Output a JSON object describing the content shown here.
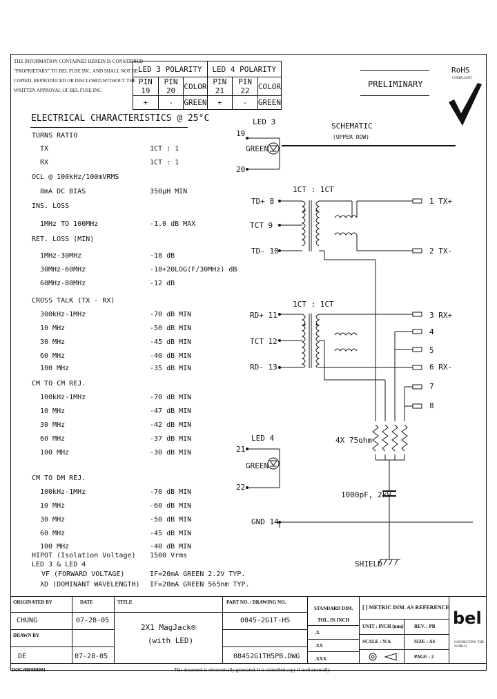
{
  "notice": {
    "lines": [
      "THE INFORMATION CONTAINED HEREIN IS CONSIDERED",
      "\"PROPRIETARY\" TO BEL FUSE INC. AND SHALL NOT BE",
      "COPIED, REPRODUCED OR DISCLOSED WITHOUT THE",
      "WRITTEN APPROVAL OF BEL FUSE INC."
    ]
  },
  "polarity": {
    "led3_title": "LED 3 POLARITY",
    "led4_title": "LED 4 POLARITY",
    "headers": [
      "PIN 19",
      "PIN 20",
      "COLOR",
      "PIN 21",
      "PIN 22",
      "COLOR"
    ],
    "values": [
      "+",
      "-",
      "GREEN",
      "+",
      "-",
      "GREEN"
    ]
  },
  "status": "PRELIMINARY",
  "rohs": {
    "label": "RoHS",
    "sub": "COMPLIANT"
  },
  "specs": {
    "title": "ELECTRICAL CHARACTERISTICS @ 25°C",
    "rows": [
      {
        "label": "TURNS RATIO",
        "value": ""
      },
      {
        "label": "TX",
        "value": "1CT : 1"
      },
      {
        "label": "RX",
        "value": "1CT : 1"
      },
      {
        "label": "OCL @ 100kHz/100mVRMS",
        "value": ""
      },
      {
        "label": "8mA DC BIAS",
        "value": "350µH MIN"
      },
      {
        "label": "INS. LOSS",
        "value": ""
      },
      {
        "label": "1MHz TO 100MHz",
        "value": "-1.0 dB MAX"
      },
      {
        "label": "RET. LOSS (MIN)",
        "value": ""
      },
      {
        "label": "1MHz-30MHz",
        "value": "-18 dB"
      },
      {
        "label": "30MHz-60MHz",
        "value": "-18+20LOG(F/30MHz) dB"
      },
      {
        "label": "60MHz-80MHz",
        "value": "-12 dB"
      },
      {
        "label": "CROSS TALK (TX - RX)",
        "value": ""
      },
      {
        "label": "300kHz-1MHz",
        "value": "-70 dB MIN"
      },
      {
        "label": "10 MHz",
        "value": "-50 dB MIN"
      },
      {
        "label": "30 MHz",
        "value": "-45 dB MIN"
      },
      {
        "label": "60 MHz",
        "value": "-40 dB MIN"
      },
      {
        "label": "100 MHz",
        "value": "-35 dB MIN"
      },
      {
        "label": "CM TO CM REJ.",
        "value": ""
      },
      {
        "label": "100kHz-1MHz",
        "value": "-70 dB MIN"
      },
      {
        "label": "10 MHz",
        "value": "-47 dB MIN"
      },
      {
        "label": "30 MHz",
        "value": "-42 dB MIN"
      },
      {
        "label": "60 MHz",
        "value": "-37 dB MIN"
      },
      {
        "label": "100 MHz",
        "value": "-30 dB MIN"
      },
      {
        "label": "CM TO DM REJ.",
        "value": ""
      },
      {
        "label": "100kHz-1MHz",
        "value": "-70 dB MIN"
      },
      {
        "label": "10 MHz",
        "value": "-60 dB MIN"
      },
      {
        "label": "30 MHz",
        "value": "-50 dB MIN"
      },
      {
        "label": "60 MHz",
        "value": "-45 dB MIN"
      },
      {
        "label": "100 MHz",
        "value": "-40 dB MIN"
      },
      {
        "label": "HIPOT (Isolation Voltage)",
        "value": "1500 Vrms"
      },
      {
        "label": "LED 3 & LED 4",
        "value": ""
      },
      {
        "label": "VF (FORWARD VOLTAGE)",
        "value": "IF=20mA GREEN 2.2V TYP."
      },
      {
        "label": "λD (DOMINANT WAVELENGTH)",
        "value": "IF=20mA GREEN 565nm TYP."
      }
    ]
  },
  "schematic": {
    "title": "SCHEMATIC",
    "subtitle": "(UPPER ROW)",
    "led3": "LED 3",
    "led4": "LED 4",
    "green": "GREEN",
    "ratio_tx": "1CT : 1CT",
    "ratio_rx": "1CT : 1CT",
    "resistors": "4X 75ohm",
    "cap": "1000pF, 2kV",
    "gnd": "GND 14",
    "shield": "SHIELD",
    "left_pins": [
      "19",
      "20",
      "TD+ 8",
      "TCT 9",
      "TD- 10",
      "RD+ 11",
      "TCT 12",
      "RD- 13",
      "21",
      "22"
    ],
    "right_pins": [
      "1  TX+",
      "2  TX-",
      "3  RX+",
      "4",
      "5",
      "6  RX-",
      "7",
      "8"
    ]
  },
  "title_block": {
    "originated_by_label": "ORIGINATED BY",
    "date_label": "DATE",
    "title_label": "TITLE",
    "part_label": "PART NO. / DRAWING NO.",
    "std_dim_label": "STANDARD DIM.",
    "tol_label": "TOL. IN INCH",
    "metric_label": "[ ] METRIC DIM. AS REFERENCE",
    "originator": "CHUNG",
    "originated_date": "07-28-05",
    "drawn_by_label": "DRAWN BY",
    "drawer": "DE",
    "drawn_date": "07-28-05",
    "title_line1": "2X1 MagJack®",
    "title_line2": "(with LED)",
    "part_no": "0845-2G1T-H5",
    "file_name": "08452G1TH5PB.DWG",
    "tol_x": ".X",
    "tol_xx": ".XX",
    "tol_xxx": ".XXX",
    "unit": "UNIT : INCH [mm]",
    "rev": "REV. : PB",
    "scale": "SCALE : N/A",
    "size": "SIZE : A4",
    "page": "PAGE : 2",
    "logo": "bel",
    "logo_tag": "CONNECTING THE WORLD",
    "doc_no": "DOC#BF080001",
    "footer": "This document is electronically generated. It is controlled copy if used internally."
  }
}
